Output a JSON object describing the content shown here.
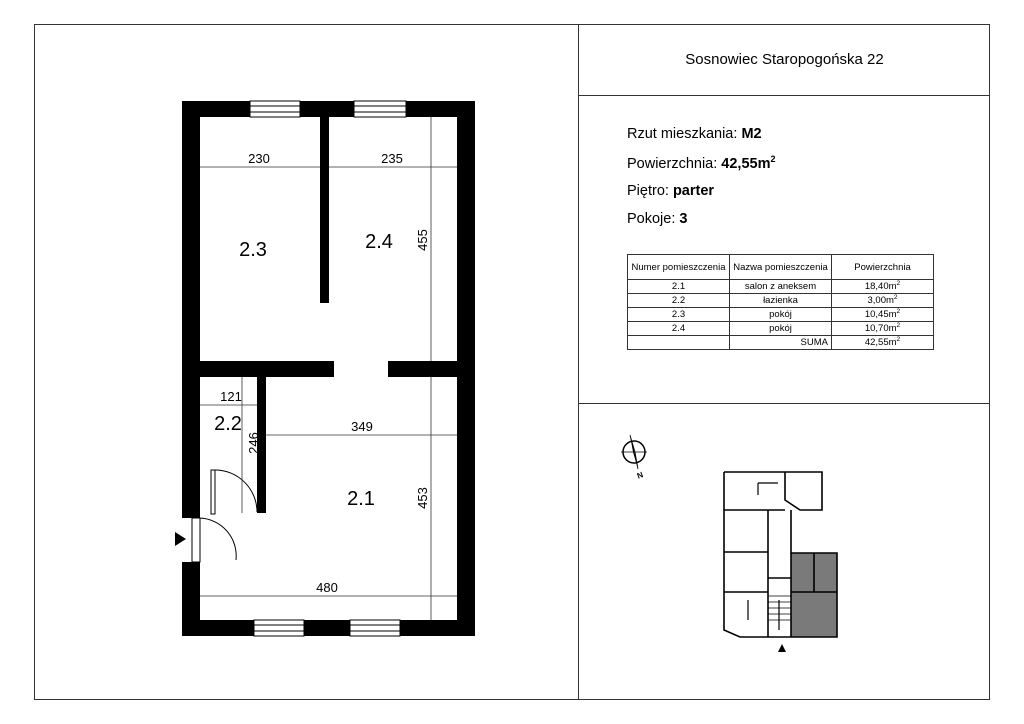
{
  "header": {
    "address": "Sosnowiec Staropogońska 22"
  },
  "info": {
    "plan_label": "Rzut mieszkania: ",
    "plan_value": "M2",
    "area_label": "Powierzchnia: ",
    "area_value": "42,55m",
    "area_sup": "2",
    "floor_label": "Piętro: ",
    "floor_value": "parter",
    "rooms_label": "Pokoje: ",
    "rooms_value": "3"
  },
  "table": {
    "headers": [
      "Numer pomieszczenia",
      "Nazwa pomieszczenia",
      "Powierzchnia"
    ],
    "rows": [
      {
        "num": "2.1",
        "name": "salon z aneksem",
        "area": "18,40m",
        "sup": "2"
      },
      {
        "num": "2.2",
        "name": "łazienka",
        "area": "3,00m",
        "sup": "2"
      },
      {
        "num": "2.3",
        "name": "pokój",
        "area": "10,45m",
        "sup": "2"
      },
      {
        "num": "2.4",
        "name": "pokój",
        "area": "10,70m",
        "sup": "2"
      }
    ],
    "sum_label": "SUMA",
    "sum_value": "42,55m",
    "sum_sup": "2"
  },
  "plan": {
    "room_labels": {
      "r21": "2.1",
      "r22": "2.2",
      "r23": "2.3",
      "r24": "2.4"
    },
    "dimensions": {
      "d230": "230",
      "d235": "235",
      "d455": "455",
      "d121": "121",
      "d349": "349",
      "d246": "246",
      "d453": "453",
      "d480": "480"
    },
    "colors": {
      "wall": "#000000",
      "highlight": "#7a7a7a",
      "line": "#333333"
    }
  },
  "compass": {
    "north_label": "N"
  }
}
